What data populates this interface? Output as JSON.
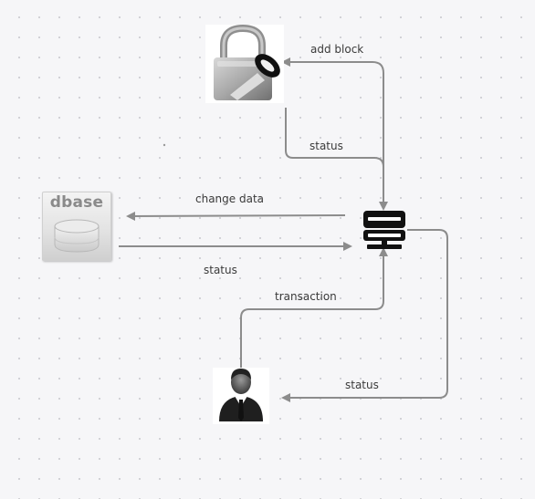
{
  "colors": {
    "background": "#f6f6f8",
    "edge": "#8c8c8c",
    "label": "#3a3a3a"
  },
  "nodes": {
    "lock": {
      "icon": "padlock-key-icon"
    },
    "database": {
      "icon": "database-icon",
      "label": "dbase"
    },
    "server": {
      "icon": "server-icon"
    },
    "user": {
      "icon": "businessman-icon"
    }
  },
  "edges": {
    "add_block": "add block",
    "status_lock": "status",
    "change_data": "change data",
    "status_db": "status",
    "transaction": "transaction",
    "status_user": "status"
  }
}
